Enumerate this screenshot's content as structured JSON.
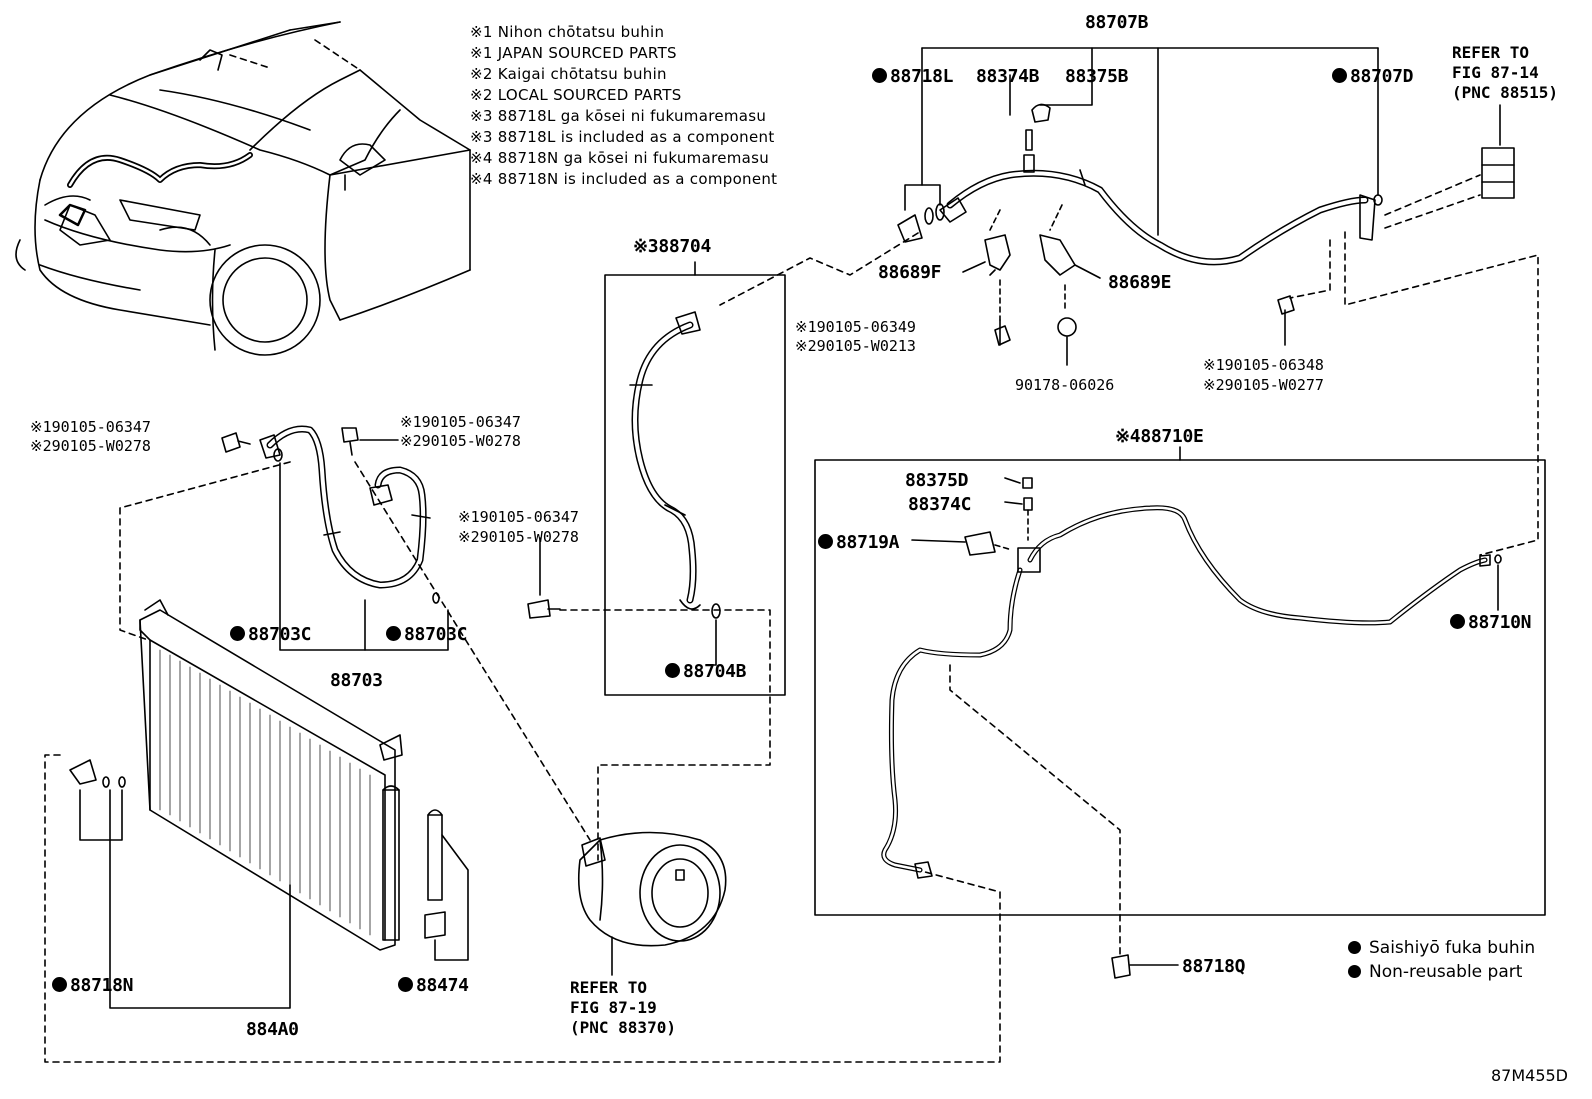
{
  "notes": [
    "※1 Nihon chōtatsu buhin",
    "※1 JAPAN SOURCED PARTS",
    "※2 Kaigai chōtatsu buhin",
    "※2 LOCAL SOURCED PARTS",
    "※3 88718L ga kōsei ni fukumaremasu",
    "※3 88718L is included as a component",
    "※4 88718N ga kōsei ni fukumaremasu",
    "※4 88718N is included as a component"
  ],
  "labels": {
    "p88707B": "88707B",
    "p88718L": "88718L",
    "p88374B": "88374B",
    "p88375B": "88375B",
    "p88707D": "88707D",
    "p88689F": "88689F",
    "p88689E": "88689E",
    "p90178": "90178-06026",
    "bolt_a1": "※190105-06349",
    "bolt_a2": "※290105-W0213",
    "bolt_b1": "※190105-06348",
    "bolt_b2": "※290105-W0277",
    "p88704": "※388704",
    "p88704B": "88704B",
    "bolt_c1": "※190105-06347",
    "bolt_c2": "※290105-W0278",
    "bolt_d1": "※190105-06347",
    "bolt_d2": "※290105-W0278",
    "bolt_e1": "※190105-06347",
    "bolt_e2": "※290105-W0278",
    "p88703C_l": "88703C",
    "p88703C_r": "88703C",
    "p88703": "88703",
    "p88710E": "※488710E",
    "p88375D": "88375D",
    "p88374C": "88374C",
    "p88719A": "88719A",
    "p88710N": "88710N",
    "p88718N": "88718N",
    "p88474": "88474",
    "p884A0": "884A0",
    "p88718Q": "88718Q"
  },
  "refs": {
    "fig8714": [
      "REFER TO",
      "FIG 87-14",
      "(PNC 88515)"
    ],
    "fig8719": [
      "REFER TO",
      "FIG 87-19",
      "(PNC 88370)"
    ]
  },
  "legend": {
    "jp": "Saishiyō fuka buhin",
    "en": "Non-reusable part"
  },
  "diagram_code": "87M455D"
}
